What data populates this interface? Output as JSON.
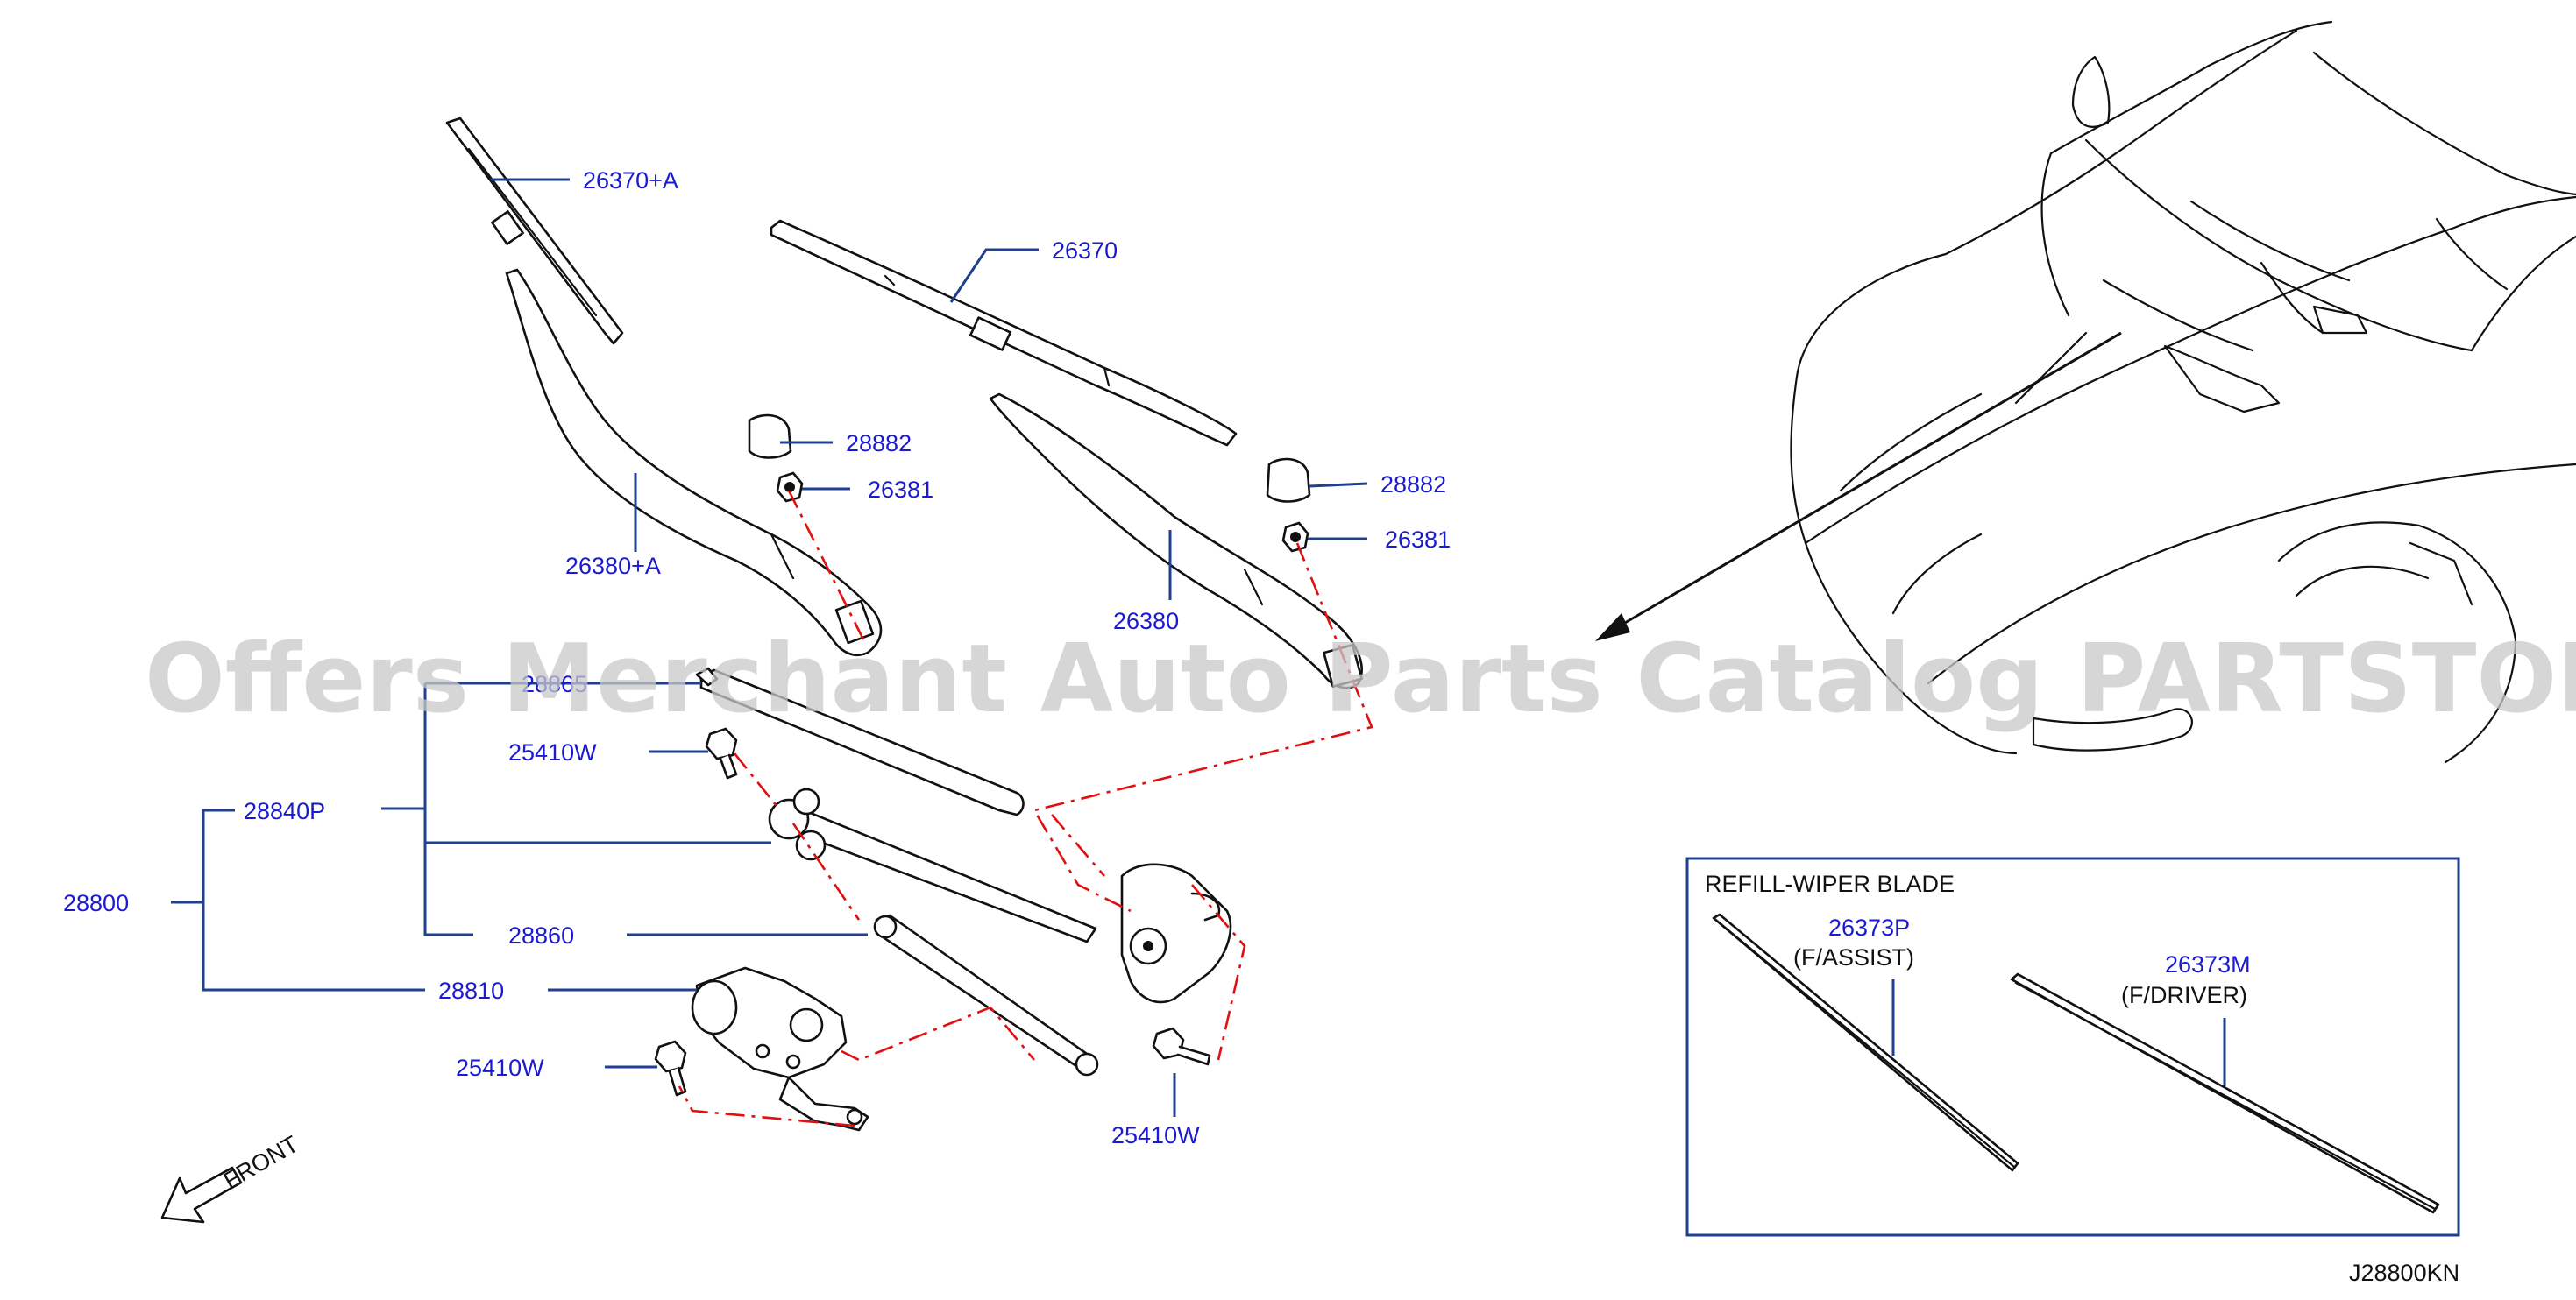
{
  "watermark": "Offers Merchant Auto Parts Catalog PARTSTORE.SA",
  "diagram_code": "J28800KN",
  "front_label": "FRONT",
  "refill_box_title": "REFILL-WIPER   BLADE",
  "labels": {
    "p26370A": "26370+A",
    "p26370": "26370",
    "p28882_left": "28882",
    "p26381_left": "26381",
    "p28882_right": "28882",
    "p26381_right": "26381",
    "p26380A": "26380+A",
    "p26380": "26380",
    "p28865": "28865",
    "p25410W_top": "25410W",
    "p28840P": "28840P",
    "p28800": "28800",
    "p28860": "28860",
    "p28810": "28810",
    "p25410W_left": "25410W",
    "p25410W_bottom": "25410W",
    "p26373P": "26373P",
    "p26373P_note": "(F/ASSIST)",
    "p26373M": "26373M",
    "p26373M_note": "(F/DRIVER)"
  }
}
